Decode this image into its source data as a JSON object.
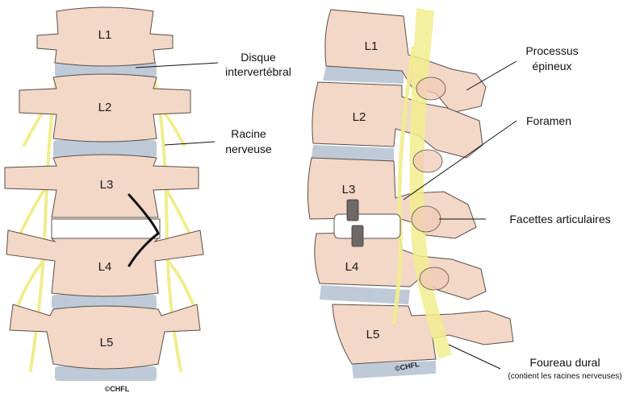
{
  "colors": {
    "bone": "#f3d7c7",
    "bone_stroke": "#5a5048",
    "disc": "#bfcad8",
    "nerve": "#f1ed8e",
    "implant": "#6e6966"
  },
  "front_view": {
    "vertebrae": [
      "L1",
      "L2",
      "L3",
      "L4",
      "L5"
    ],
    "copyright": "©CHFL"
  },
  "side_view": {
    "vertebrae": [
      "L1",
      "L2",
      "L3",
      "L4",
      "L5"
    ],
    "copyright": "©CHFL"
  },
  "callouts": {
    "disc_line1": "Disque",
    "disc_line2": "intervertébral",
    "root_line1": "Racine",
    "root_line2": "nerveuse",
    "spinous_line1": "Processus",
    "spinous_line2": "épineux",
    "foramen": "Foramen",
    "facets": "Facettes articulaires",
    "dural": "Foureau dural",
    "dural_note": "(contient les racines nerveuses)"
  }
}
